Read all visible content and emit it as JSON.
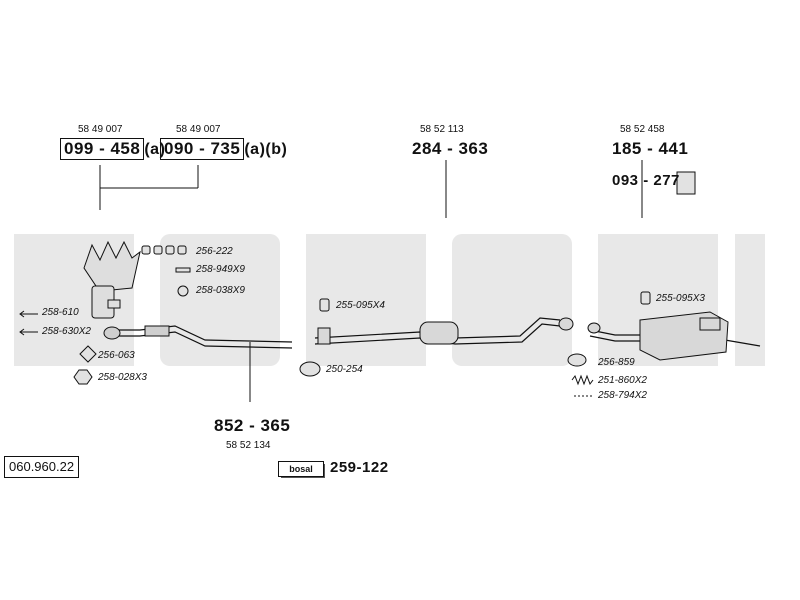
{
  "watermark": {
    "text": "bosal",
    "color": "#e8e8e8"
  },
  "reference": "060.960.22",
  "groups": [
    {
      "oe": "58 49 007",
      "part": "099 - 458",
      "suffix": "(a)"
    },
    {
      "oe": "58 49 007",
      "part": "090 - 735",
      "suffix": "(a)(b)"
    },
    {
      "oe": "58 52 113",
      "part": "284 - 363"
    },
    {
      "oe": "58 52 458",
      "part": "185 - 441"
    },
    {
      "part": "093 - 277"
    },
    {
      "oe": "58 52 134",
      "part": "852 - 365"
    }
  ],
  "brand": {
    "logo": "bosal",
    "part": "259-122"
  },
  "fittings": [
    "256-222",
    "258-949X9",
    "258-038X9",
    "258-610",
    "258-630X2",
    "256-063",
    "258-028X3",
    "255-095X4",
    "250-254",
    "255-095X3",
    "256-859",
    "251-860X2",
    "258-794X2"
  ]
}
